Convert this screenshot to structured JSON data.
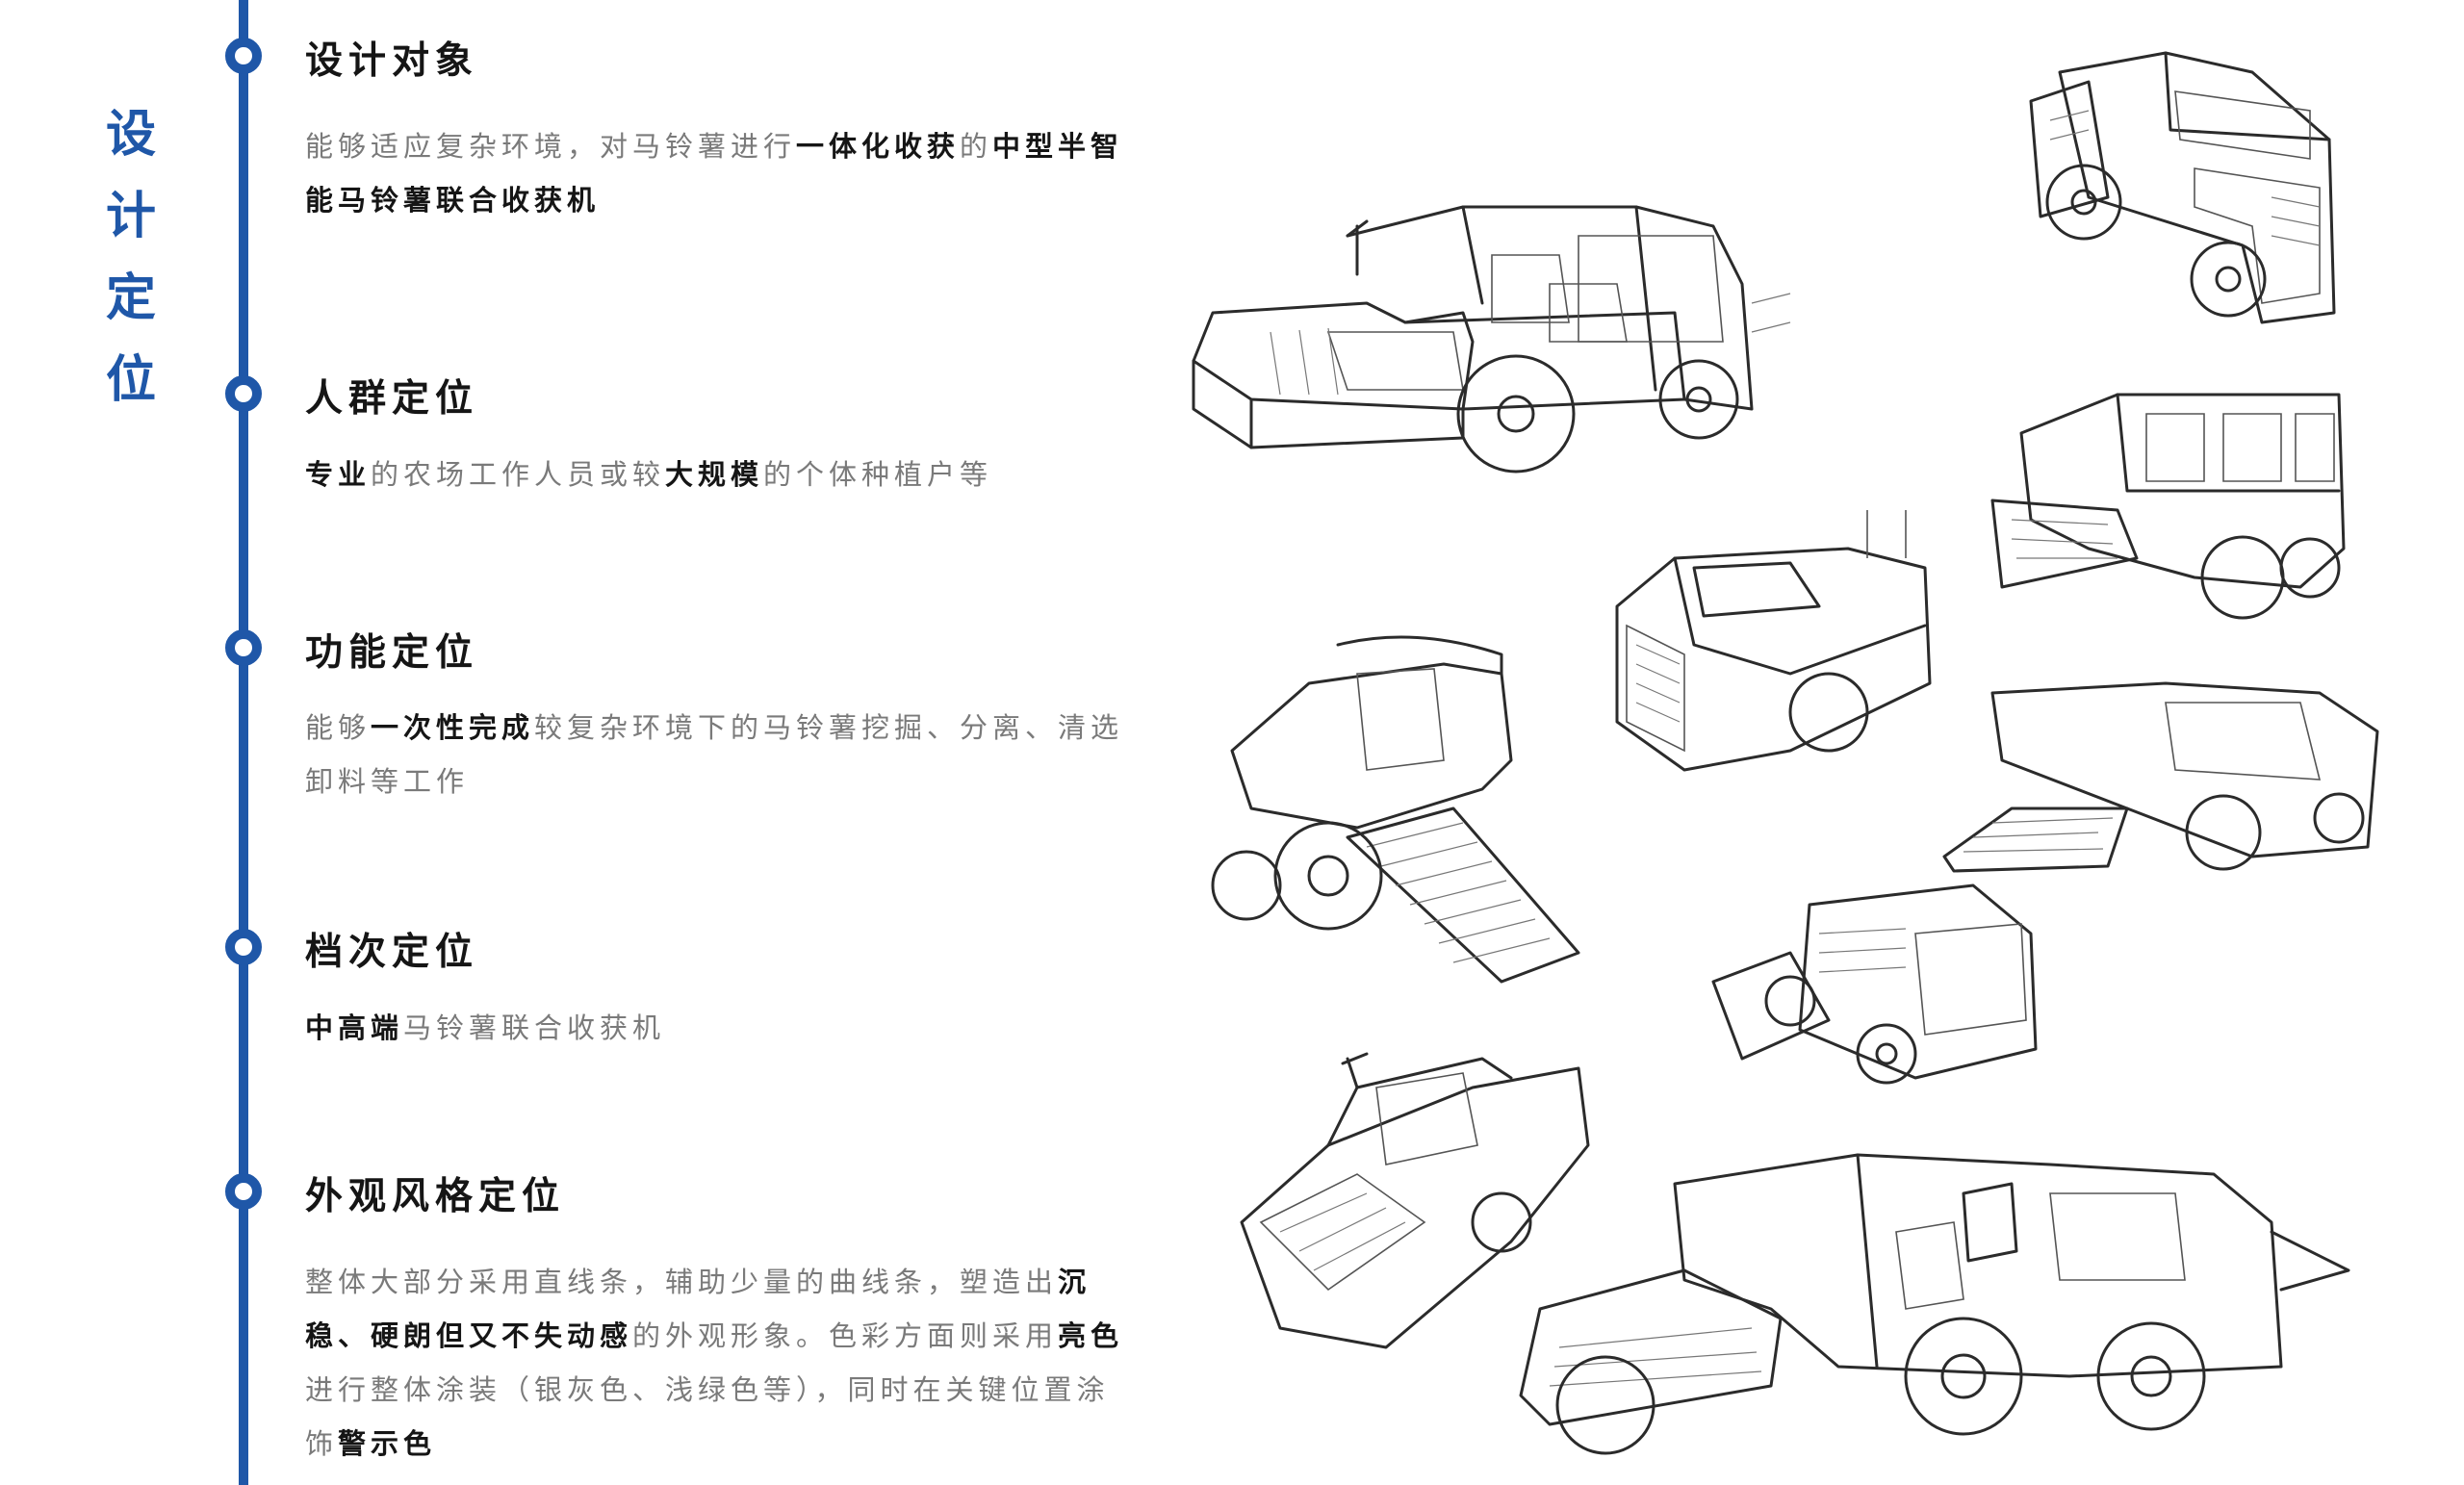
{
  "page": {
    "vertical_title": [
      "设",
      "计",
      "定",
      "位"
    ],
    "accent_color": "#1f57a8"
  },
  "sections": [
    {
      "heading": "设计对象",
      "parts": [
        {
          "text": "能够适应复杂环境，对马铃薯进行",
          "bold": false
        },
        {
          "text": "一体化收获",
          "bold": true
        },
        {
          "text": "的",
          "bold": false
        },
        {
          "text": "中型半智能马铃薯联合收获机",
          "bold": true
        }
      ]
    },
    {
      "heading": "人群定位",
      "parts": [
        {
          "text": "专业",
          "bold": true
        },
        {
          "text": "的农场工作人员或较",
          "bold": false
        },
        {
          "text": "大规模",
          "bold": true
        },
        {
          "text": "的个体种植户等",
          "bold": false
        }
      ]
    },
    {
      "heading": "功能定位",
      "parts": [
        {
          "text": "能够",
          "bold": false
        },
        {
          "text": "一次性完成",
          "bold": true
        },
        {
          "text": "较复杂环境下的马铃薯挖掘、分离、清选卸料等工作",
          "bold": false
        }
      ]
    },
    {
      "heading": "档次定位",
      "parts": [
        {
          "text": "中高端",
          "bold": true
        },
        {
          "text": "马铃薯联合收获机",
          "bold": false
        }
      ]
    },
    {
      "heading": "外观风格定位",
      "parts": [
        {
          "text": "整体大部分采用直线条，辅助少量的曲线条，塑造出",
          "bold": false
        },
        {
          "text": "沉稳、硬朗但又不失动感",
          "bold": true
        },
        {
          "text": "的外观形象。色彩方面则采用",
          "bold": false
        },
        {
          "text": "亮色",
          "bold": true
        },
        {
          "text": "进行整体涂装（银灰色、浅绿色等），同时在关键位置涂饰",
          "bold": false
        },
        {
          "text": "警示色",
          "bold": true
        }
      ]
    }
  ]
}
